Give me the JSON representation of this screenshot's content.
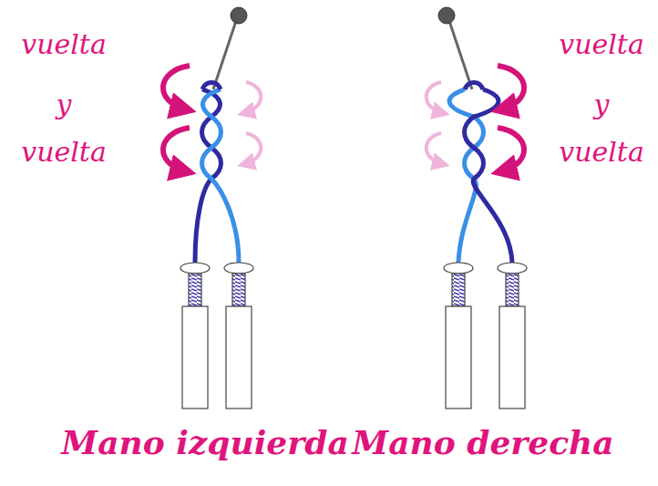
{
  "diagram": {
    "labels": [
      "vuelta",
      "y",
      "vuelta",
      "vuelta",
      "y",
      "vuelta",
      "Mano izquierda",
      "Mano derecha"
    ]
  }
}
